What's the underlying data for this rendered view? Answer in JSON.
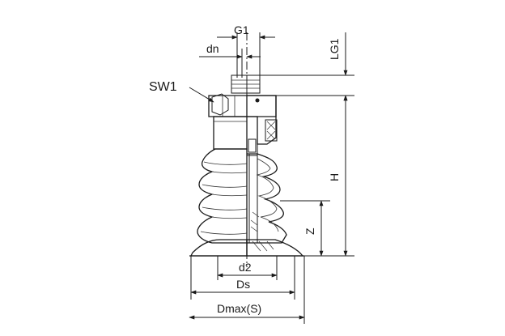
{
  "labels": {
    "g1": "G1",
    "dn": "dn",
    "sw1": "SW1",
    "lg1": "LG1",
    "h": "H",
    "z": "Z",
    "d2": "d2",
    "ds": "Ds",
    "dmax": "Dmax(S)"
  },
  "colors": {
    "line": "#1a1a1a",
    "metal_light": "#e6e6e6",
    "metal_mid": "#b9b9b9",
    "metal_dark": "#6e6e6e",
    "rubber_light": "#d0d0d0",
    "rubber_dark": "#4a4a4a"
  }
}
